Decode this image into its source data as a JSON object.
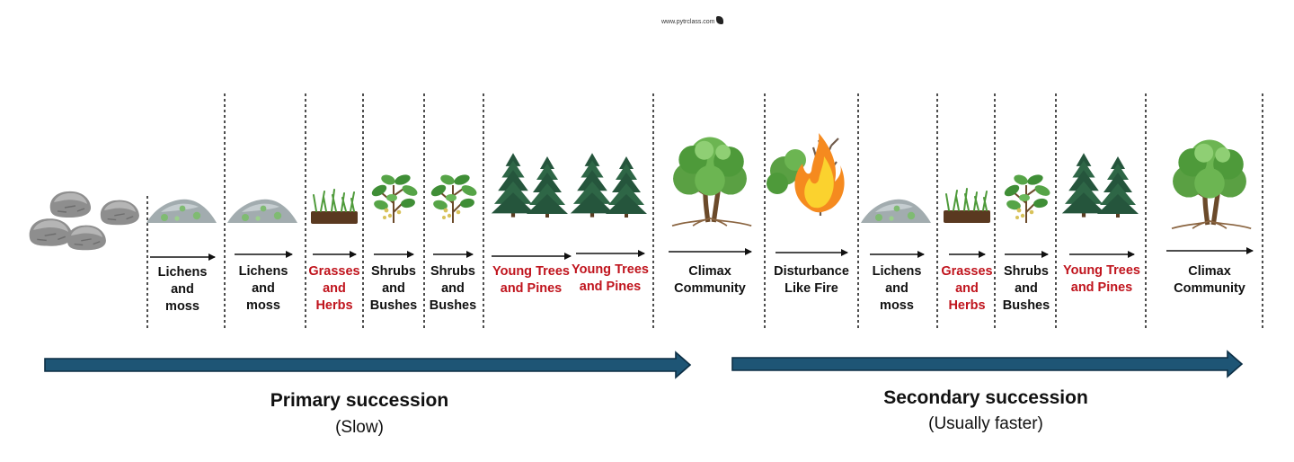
{
  "watermark": "www.pytrclass.com",
  "stages": [
    {
      "id": "lichens-moss-1",
      "label": "Lichens and moss",
      "color": "black",
      "icon": "rock-with-lichens-icon"
    },
    {
      "id": "lichens-moss-2",
      "label": "Lichens and moss",
      "color": "black",
      "icon": "rock-with-lichens-icon"
    },
    {
      "id": "grasses-herbs-1",
      "label": "Grasses and Herbs",
      "color": "red",
      "icon": "grass-tuft-icon"
    },
    {
      "id": "shrubs-bushes-1",
      "label": "Shrubs and Bushes",
      "color": "black",
      "icon": "shrub-icon"
    },
    {
      "id": "shrubs-bushes-2",
      "label": "Shrubs and Bushes",
      "color": "black",
      "icon": "shrub-icon"
    },
    {
      "id": "young-trees-1",
      "label": "Young Trees and Pines",
      "color": "red",
      "icon": "pine-trees-icon"
    },
    {
      "id": "young-trees-2",
      "label": "Young Trees and Pines",
      "color": "red",
      "icon": "pine-trees-icon"
    },
    {
      "id": "climax-1",
      "label": "Climax Community",
      "color": "black",
      "icon": "oak-tree-icon"
    },
    {
      "id": "disturbance",
      "label": "Disturbance Like Fire",
      "color": "black",
      "icon": "burning-tree-icon"
    },
    {
      "id": "lichens-moss-3",
      "label": "Lichens and moss",
      "color": "black",
      "icon": "rock-with-lichens-icon"
    },
    {
      "id": "grasses-herbs-2",
      "label": "Grasses and Herbs",
      "color": "red",
      "icon": "grass-tuft-icon"
    },
    {
      "id": "shrubs-bushes-3",
      "label": "Shrubs and Bushes",
      "color": "black",
      "icon": "shrub-icon"
    },
    {
      "id": "young-trees-3",
      "label": "Young Trees and Pines",
      "color": "red",
      "icon": "pine-trees-icon"
    },
    {
      "id": "climax-2",
      "label": "Climax Community",
      "color": "black",
      "icon": "oak-tree-icon"
    }
  ],
  "start_icon": "bare-rocks-icon",
  "phases": [
    {
      "title": "Primary succession",
      "subtitle": "(Slow)"
    },
    {
      "title": "Secondary succession",
      "subtitle": "(Usually faster)"
    }
  ],
  "colors": {
    "phase_arrow": "#1e5575",
    "phase_arrow_outline": "#0d2f45",
    "red_text": "#c0141d",
    "black_text": "#111111"
  }
}
